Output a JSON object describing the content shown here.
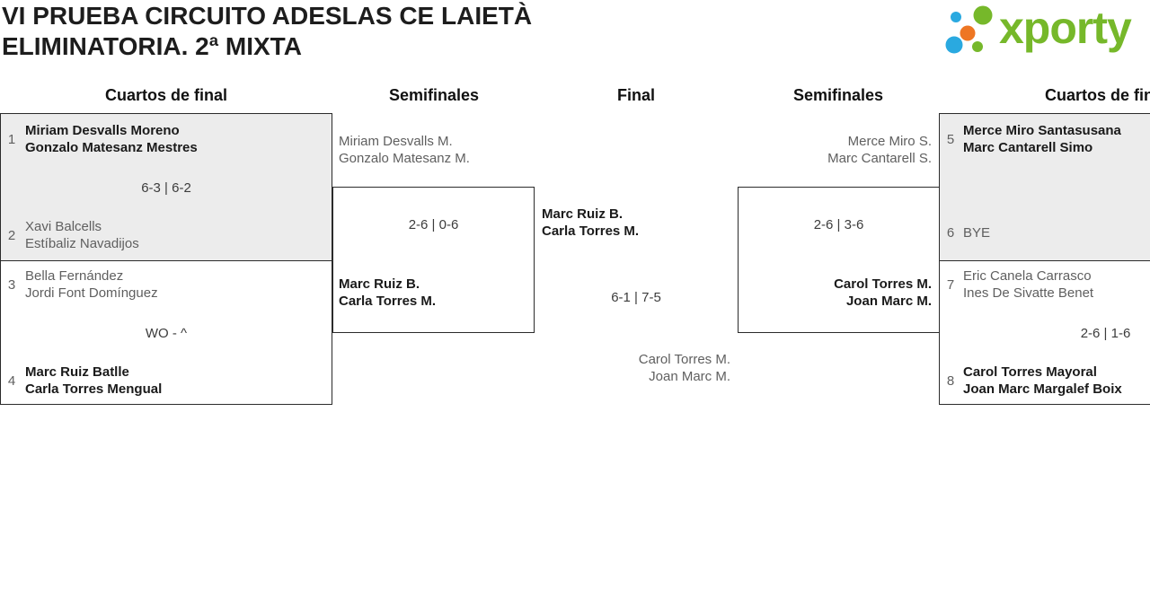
{
  "header": {
    "title_line1": "VI PRUEBA CIRCUITO ADESLAS CE LAIETÀ",
    "title_line2": "ELIMINATORIA. 2ª MIXTA",
    "logo_text": "xporty"
  },
  "round_labels": {
    "qf_left": "Cuartos de final",
    "sf_left": "Semifinales",
    "final": "Final",
    "sf_right": "Semifinales",
    "qf_right": "Cuartos de final"
  },
  "colors": {
    "logo_green": "#76b82a",
    "logo_blue": "#2aa9e0",
    "logo_orange": "#ee7623",
    "box_fill_alt": "#ececec",
    "box_border": "#2b2b2b",
    "winner_text": "#1a1a1a",
    "loser_text": "#5f5f5f"
  },
  "matches": {
    "qf_left_top": {
      "seed_top": "1",
      "top_1": "Miriam Desvalls Moreno",
      "top_2": "Gonzalo Matesanz Mestres",
      "score": "6-3 | 6-2",
      "seed_bottom": "2",
      "bottom_1": "Xavi Balcells",
      "bottom_2": "Estíbaliz Navadijos"
    },
    "qf_left_bottom": {
      "seed_top": "3",
      "top_1": "Bella Fernández",
      "top_2": "Jordi Font Domínguez",
      "score": "WO - ^",
      "seed_bottom": "4",
      "bottom_1": "Marc Ruiz Batlle",
      "bottom_2": "Carla Torres Mengual"
    },
    "sf_left": {
      "top_1": "Miriam Desvalls M.",
      "top_2": "Gonzalo Matesanz M.",
      "score": "2-6 | 0-6",
      "bottom_1": "Marc Ruiz B.",
      "bottom_2": "Carla Torres M."
    },
    "final": {
      "top_1": "Marc Ruiz B.",
      "top_2": "Carla Torres M.",
      "score": "6-1 | 7-5",
      "bottom_1": "Carol Torres M.",
      "bottom_2": "Joan Marc M."
    },
    "sf_right": {
      "top_1": "Merce Miro S.",
      "top_2": "Marc Cantarell S.",
      "score": "2-6 | 3-6",
      "bottom_1": "Carol Torres M.",
      "bottom_2": "Joan Marc M."
    },
    "qf_right_top": {
      "seed_top": "5",
      "top_1": "Merce Miro Santasusana",
      "top_2": "Marc Cantarell Simo",
      "seed_bottom": "6",
      "bottom_1": "BYE"
    },
    "qf_right_bottom": {
      "seed_top": "7",
      "top_1": "Eric Canela Carrasco",
      "top_2": "Ines De Sivatte Benet",
      "score": "2-6 | 1-6",
      "seed_bottom": "8",
      "bottom_1": "Carol Torres Mayoral",
      "bottom_2": "Joan Marc Margalef Boix"
    }
  }
}
